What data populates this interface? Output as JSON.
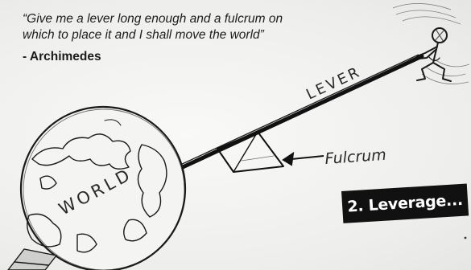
{
  "quote": {
    "line1": "“Give me a lever long enough and a fulcrum on",
    "line2": "which to place it and I shall move the world”",
    "author": "- Archimedes"
  },
  "labels": {
    "lever": "LEVER",
    "fulcrum": "Fulcrum",
    "world": "WORLD"
  },
  "banner": {
    "text": "2. Leverage..."
  },
  "colors": {
    "ink": "#1c1c1c",
    "banner_bg": "#111111",
    "banner_text": "#ffffff"
  }
}
